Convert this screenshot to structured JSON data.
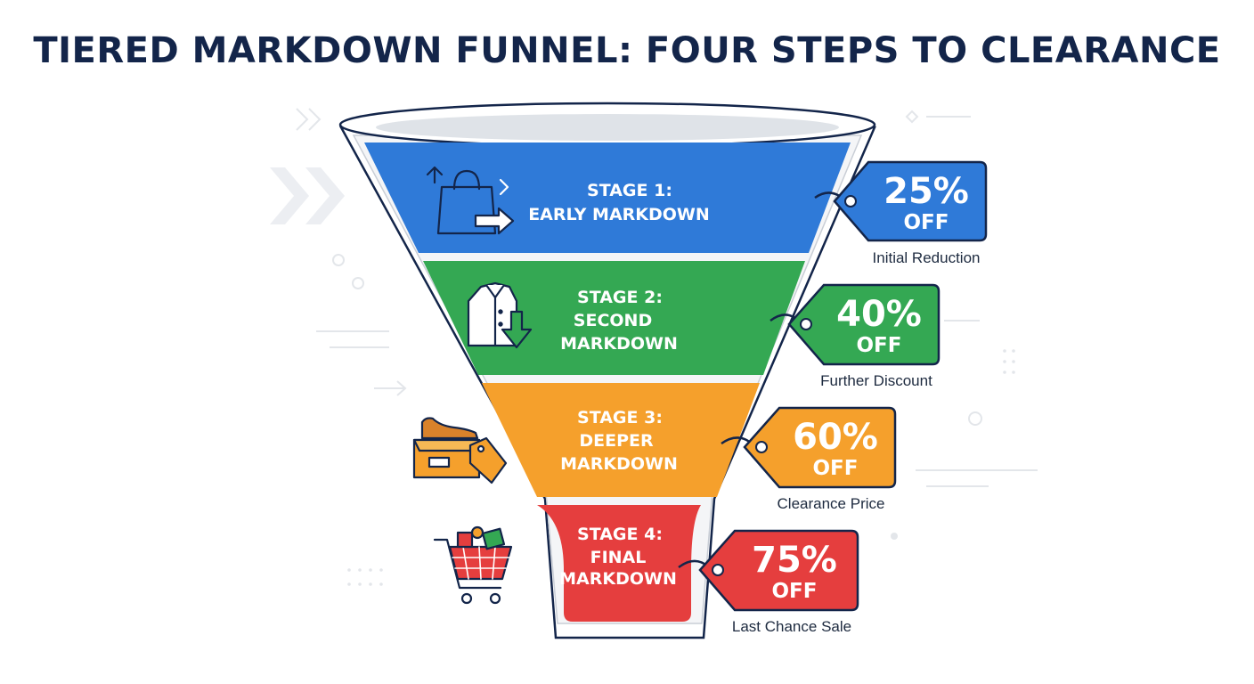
{
  "title": "TIERED MARKDOWN FUNNEL: FOUR STEPS TO CLEARANCE",
  "colors": {
    "title": "#13254a",
    "outline": "#13254a",
    "stage1": "#2f7ad8",
    "stage2": "#34a853",
    "stage3": "#f5a02c",
    "stage4": "#e53e3e"
  },
  "stages": [
    {
      "line1": "STAGE 1:",
      "line2": "EARLY MARKDOWN",
      "line3": "",
      "percent": "25%",
      "off": "OFF",
      "caption": "Initial Reduction",
      "icon": "shopping-bag-arrow-icon"
    },
    {
      "line1": "STAGE 2:",
      "line2": "SECOND",
      "line3": "MARKDOWN",
      "percent": "40%",
      "off": "OFF",
      "caption": "Further Discount",
      "icon": "shirt-down-arrow-icon"
    },
    {
      "line1": "STAGE 3:",
      "line2": "DEEPER",
      "line3": "MARKDOWN",
      "percent": "60%",
      "off": "OFF",
      "caption": "Clearance Price",
      "icon": "shoebox-tag-icon"
    },
    {
      "line1": "STAGE 4:",
      "line2": "FINAL",
      "line3": "MARKDOWN",
      "percent": "75%",
      "off": "OFF",
      "caption": "Last Chance Sale",
      "icon": "shopping-cart-icon"
    }
  ]
}
